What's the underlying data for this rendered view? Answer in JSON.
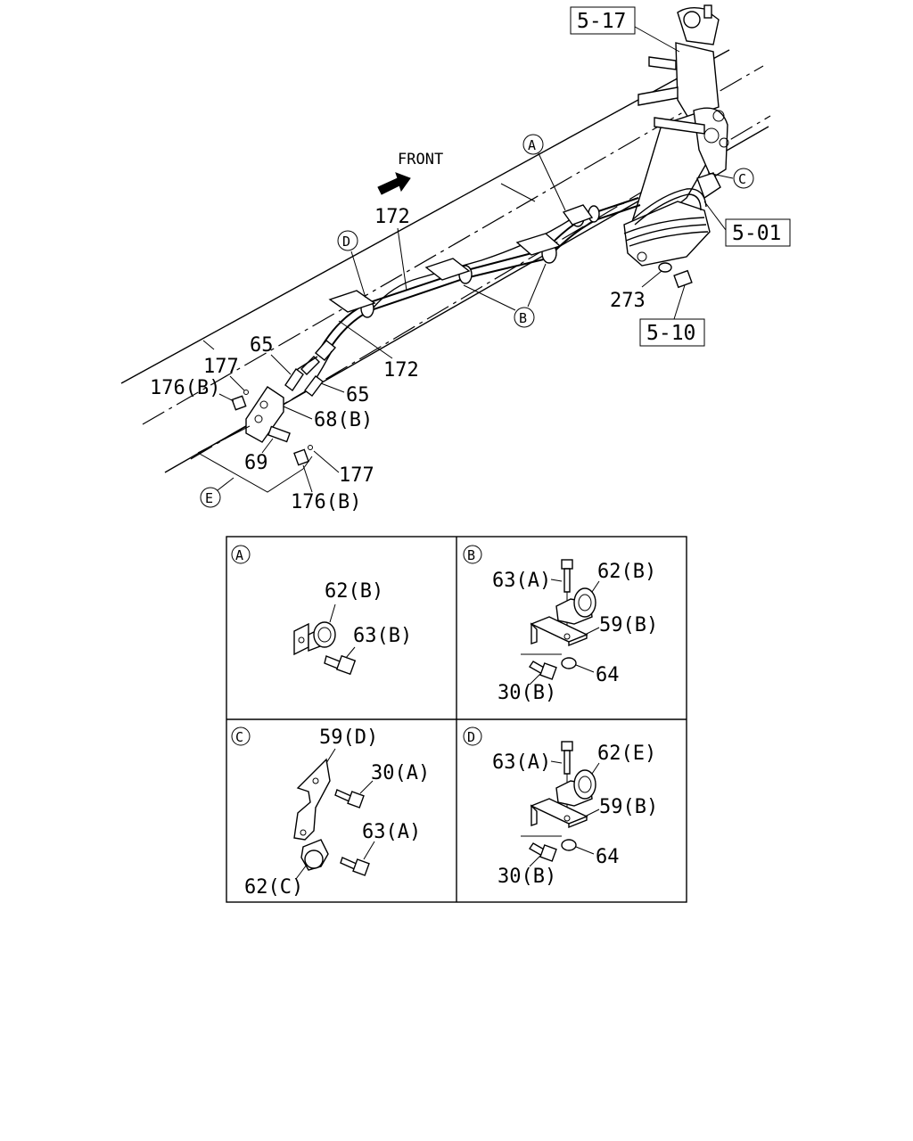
{
  "labels": {
    "front": "FRONT",
    "ref_5_17": "5-17",
    "ref_5_01": "5-01",
    "ref_5_10": "5-10",
    "p172a": "172",
    "p172b": "172",
    "p273": "273",
    "p65a": "65",
    "p65b": "65",
    "p177a": "177",
    "p177b": "177",
    "p176a": "176(B)",
    "p176b": "176(B)",
    "p68": "68(B)",
    "p69": "69",
    "ca": "A",
    "cb": "B",
    "cc": "C",
    "cd": "D",
    "ce": "E"
  },
  "details": {
    "a": {
      "letter": "A",
      "p1": "62(B)",
      "p2": "63(B)"
    },
    "b": {
      "letter": "B",
      "p1": "63(A)",
      "p2": "62(B)",
      "p3": "59(B)",
      "p4": "64",
      "p5": "30(B)"
    },
    "c": {
      "letter": "C",
      "p1": "59(D)",
      "p2": "30(A)",
      "p3": "63(A)",
      "p4": "62(C)"
    },
    "d": {
      "letter": "D",
      "p1": "63(A)",
      "p2": "62(E)",
      "p3": "59(B)",
      "p4": "64",
      "p5": "30(B)"
    }
  }
}
